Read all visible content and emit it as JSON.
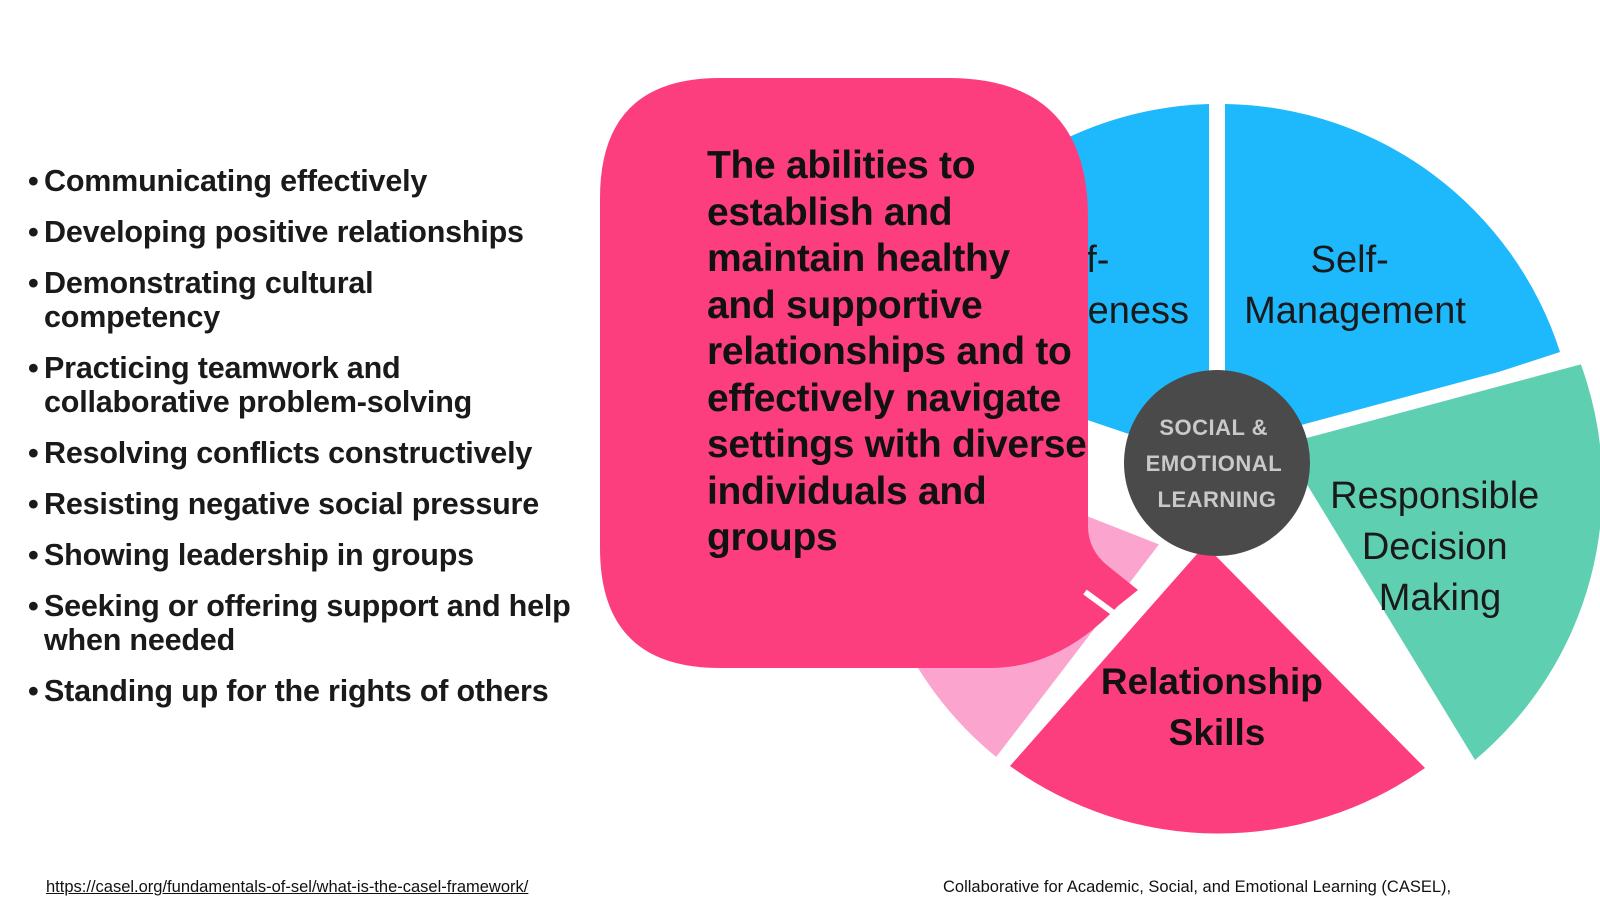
{
  "bullets": [
    "Communicating effectively",
    "Developing positive relationships",
    "Demonstrating cultural competency",
    "Practicing teamwork and collaborative problem-solving",
    "Resolving conflicts constructively",
    "Resisting negative social pressure",
    "Showing leadership in groups",
    "Seeking or offering support and help when needed",
    "Standing up for the rights of others"
  ],
  "bubble": {
    "text": "The abilities to establish and maintain healthy and supportive relationships and to effectively navigate settings with diverse individuals and groups"
  },
  "wheel": {
    "self_awareness": {
      "line1": "lf-",
      "line2": "eness"
    },
    "self_management": {
      "line1": "Self-",
      "line2": "Management"
    },
    "responsible_decision_making": {
      "line1": "Responsible",
      "line2": "Decision",
      "line3": "Making"
    },
    "relationship_skills": {
      "line1": "Relationship",
      "line2": "Skills"
    },
    "center": {
      "line1": "SOCIAL &",
      "line2": "EMOTIONAL",
      "line3": "LEARNING"
    },
    "colors": {
      "blue": "#1EB8FC",
      "green": "#5FCFB1",
      "pink": "#FD3E7E",
      "light_pink": "#FBA4CE",
      "center": "#4A4A4A"
    }
  },
  "footer": {
    "source_link": "https://casel.org/fundamentals-of-sel/what-is-the-casel-framework/",
    "citation": "Collaborative for Academic, Social, and Emotional Learning (CASEL),"
  }
}
